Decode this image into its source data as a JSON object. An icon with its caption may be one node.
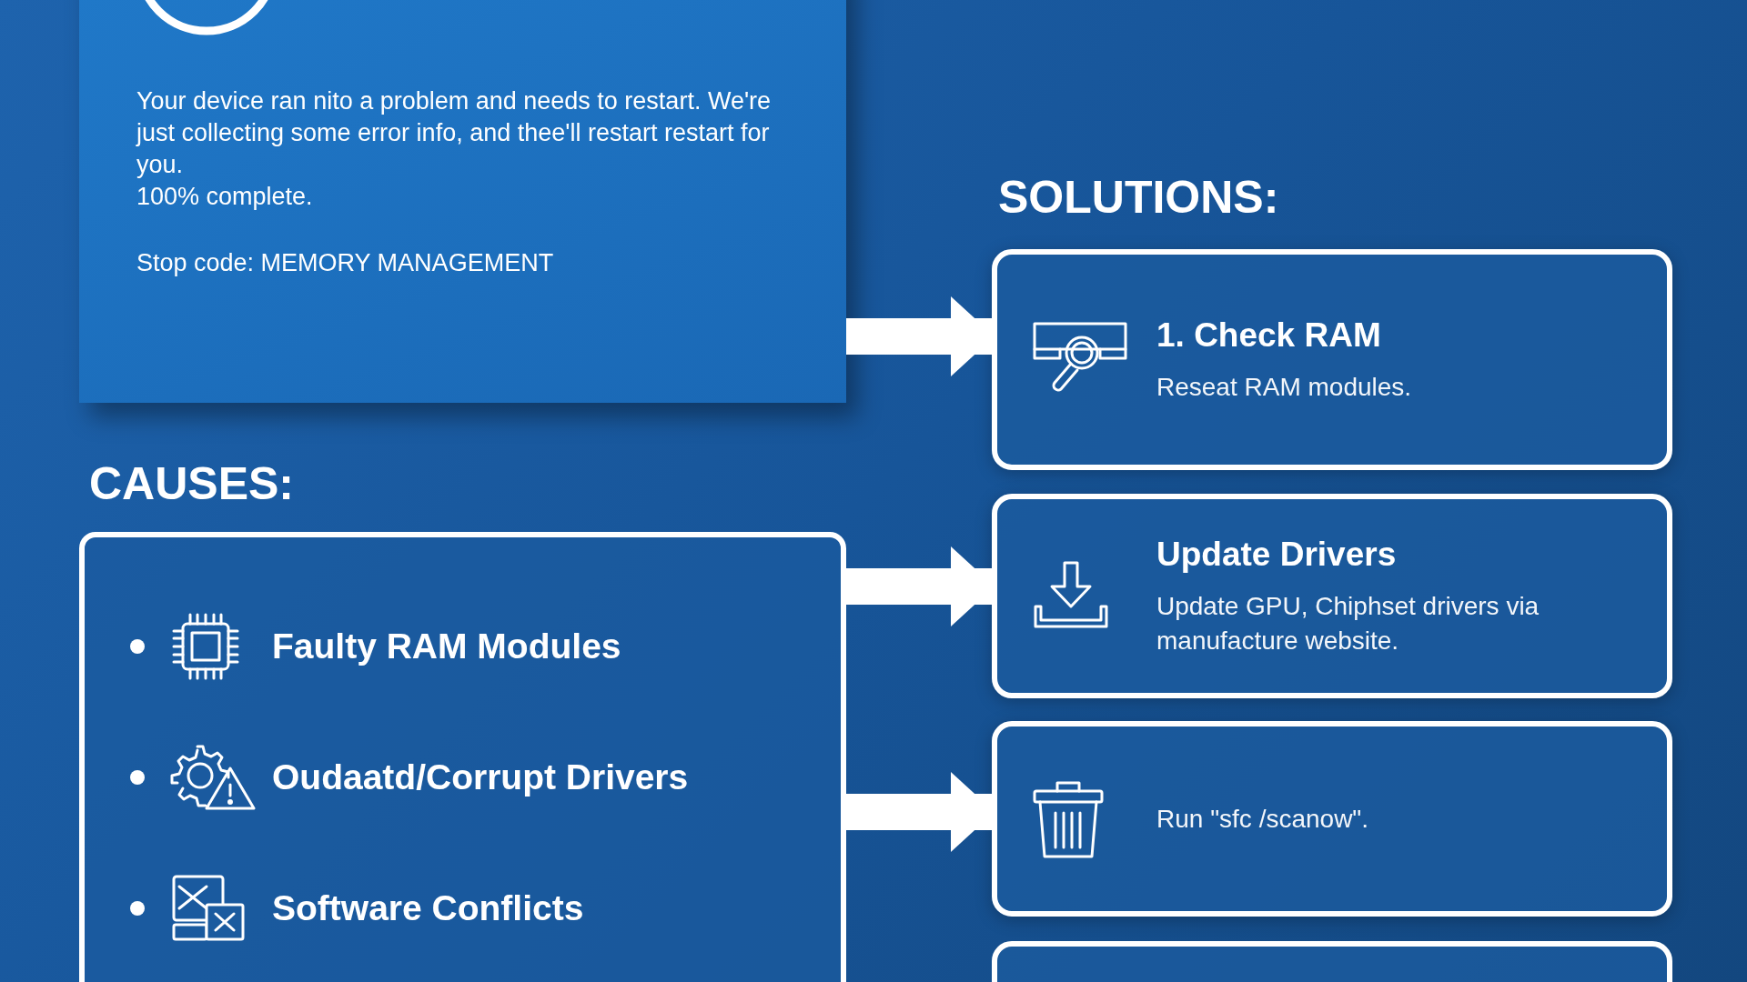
{
  "diagram": {
    "nodes": [
      {
        "text": [
          "Your device ran nito a problem and needs to restart. We're just collecting some error info, and thee'll restart restart for you.",
          "100% complete.",
          "Stop code: MEMORY MANAGEMENT"
        ]
      },
      {
        "text": [
          "CAUSES:",
          "Faulty RAM Modules",
          "Oudaatd/Corrupt Drivers",
          "Software Conflicts"
        ]
      },
      {
        "text": [
          "1. Check RAM",
          "Reseat RAM modules."
        ]
      },
      {
        "text": [
          "Update Drivers",
          "Update GPU, Chiphset drivers via manufacture website."
        ]
      },
      {
        "text": [
          "Run \"sfc /scanow\"."
        ]
      },
      {
        "text": [],
        "shape": "box"
      }
    ],
    "edges": [
      {
        "from": 0,
        "to": 2,
        "arrow": "to"
      },
      {
        "from": 1,
        "to": 3,
        "arrow": "to"
      },
      {
        "from": 1,
        "to": 4,
        "arrow": "to"
      }
    ],
    "labels": [
      "SOLUTIONS:"
    ]
  }
}
